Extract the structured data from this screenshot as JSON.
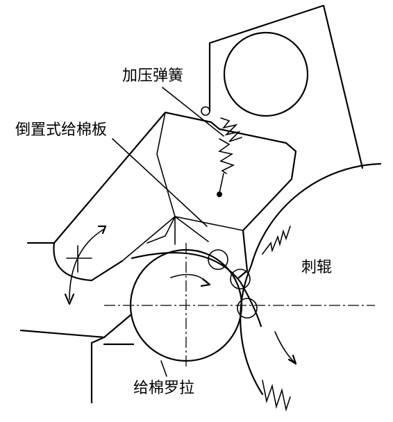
{
  "labels": {
    "pressure_spring": "加压弹簧",
    "inverted_feed_plate": "倒置式给棉板",
    "licker_in": "刺辊",
    "feed_roller": "给棉罗拉"
  }
}
